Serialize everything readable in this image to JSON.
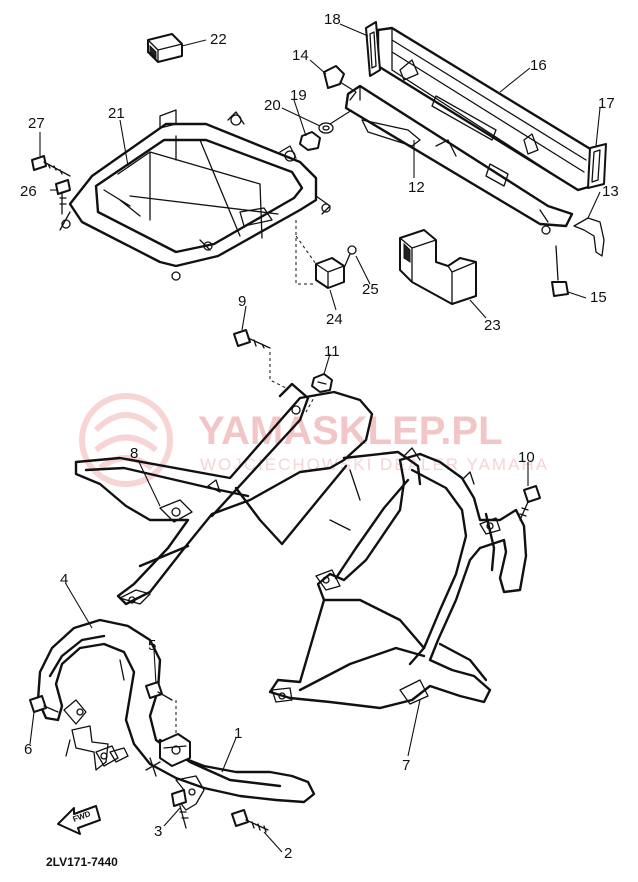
{
  "diagram_code": "2LV171-7440",
  "direction_label": "FWD",
  "watermark": {
    "title": "YAMASKLEP.PL",
    "subtitle": "WOJCIECHOWSKI DEALER YAMAHA"
  },
  "callouts": [
    {
      "id": "1",
      "label": "1"
    },
    {
      "id": "2",
      "label": "2"
    },
    {
      "id": "3",
      "label": "3"
    },
    {
      "id": "4",
      "label": "4"
    },
    {
      "id": "5",
      "label": "5"
    },
    {
      "id": "6",
      "label": "6"
    },
    {
      "id": "7",
      "label": "7"
    },
    {
      "id": "8",
      "label": "8"
    },
    {
      "id": "9",
      "label": "9"
    },
    {
      "id": "10",
      "label": "10"
    },
    {
      "id": "11",
      "label": "11"
    },
    {
      "id": "12",
      "label": "12"
    },
    {
      "id": "13",
      "label": "13"
    },
    {
      "id": "14",
      "label": "14"
    },
    {
      "id": "15",
      "label": "15"
    },
    {
      "id": "16",
      "label": "16"
    },
    {
      "id": "17",
      "label": "17"
    },
    {
      "id": "18",
      "label": "18"
    },
    {
      "id": "19",
      "label": "19"
    },
    {
      "id": "20",
      "label": "20"
    },
    {
      "id": "21",
      "label": "21"
    },
    {
      "id": "22",
      "label": "22"
    },
    {
      "id": "23",
      "label": "23"
    },
    {
      "id": "24",
      "label": "24"
    },
    {
      "id": "25",
      "label": "25"
    },
    {
      "id": "26",
      "label": "26"
    },
    {
      "id": "27",
      "label": "27"
    }
  ],
  "colors": {
    "line": "#111111",
    "watermark": "#f2c6c6"
  }
}
